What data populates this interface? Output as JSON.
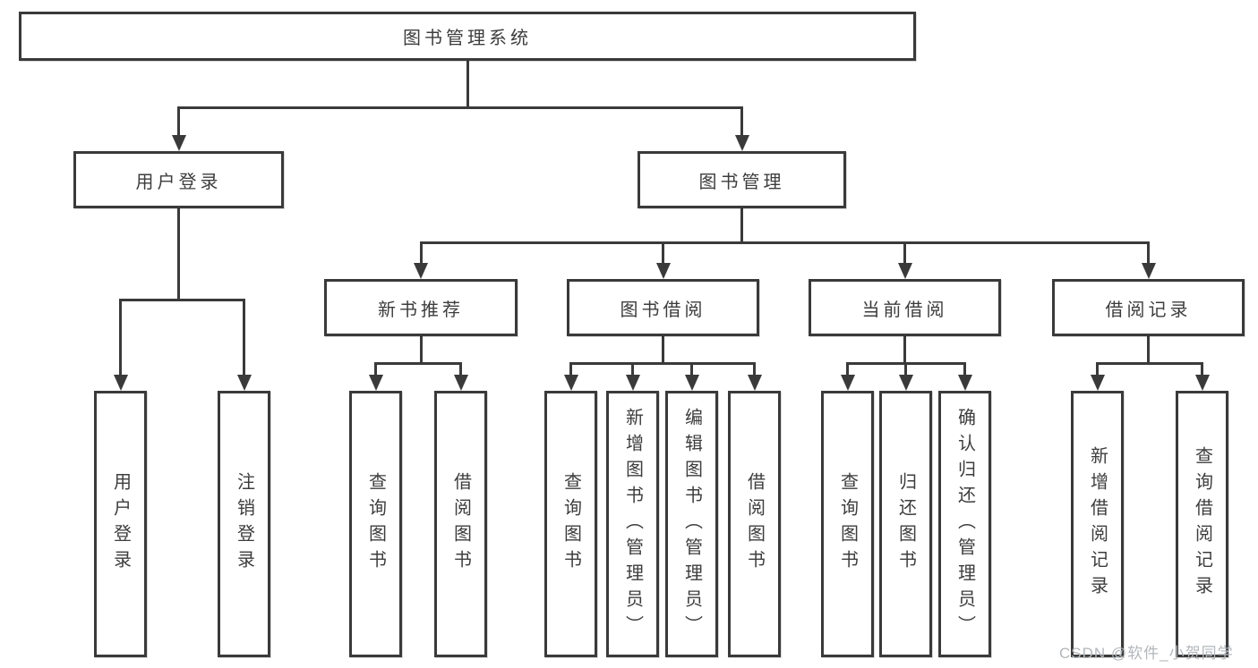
{
  "diagram": {
    "root": "图书管理系统",
    "level2": {
      "user_login": "用户登录",
      "book_management": "图书管理"
    },
    "level3": {
      "new_book_recommend": "新书推荐",
      "book_borrowing": "图书借阅",
      "current_borrowing": "当前借阅",
      "borrowing_records": "借阅记录"
    },
    "leaves": {
      "login": [
        "用户登录",
        "注销登录"
      ],
      "new_book_recommend": [
        "查询图书",
        "借阅图书"
      ],
      "book_borrowing": [
        "查询图书",
        "新增图书（管理员）",
        "编辑图书（管理员）",
        "借阅图书"
      ],
      "current_borrowing": [
        "查询图书",
        "归还图书",
        "确认归还（管理员）"
      ],
      "borrowing_records": [
        "新增借阅记录",
        "查询借阅记录"
      ]
    },
    "watermark": "CSDN @软件_小贺同学",
    "colors": {
      "line": "#3a3a3a",
      "text": "#3d3d3d",
      "background": "#ffffff",
      "watermark": "#b3b7bb"
    }
  }
}
